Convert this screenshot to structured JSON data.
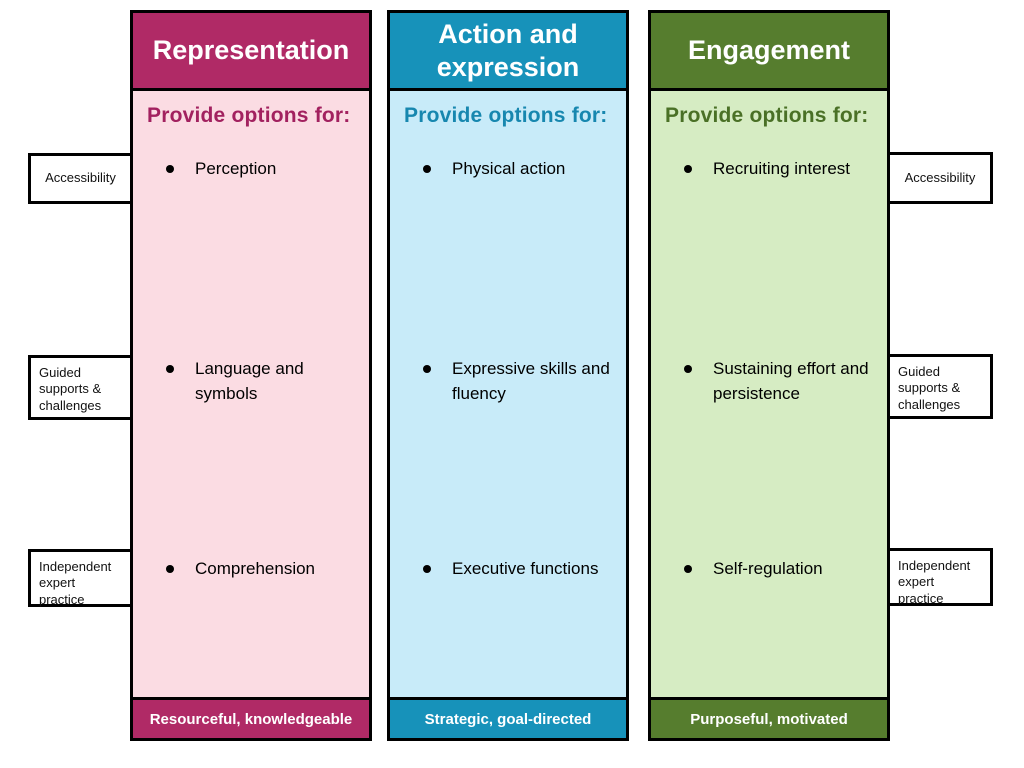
{
  "diagram": {
    "columns": [
      {
        "title": "Representation",
        "provide_label": "Provide options for:",
        "bullets": [
          "Perception",
          "Language and\nsymbols",
          "Comprehension"
        ],
        "footer": "Resourceful, knowledgeable",
        "colors": {
          "header_bg": "#B02A66",
          "body_bg": "#FBDCE3",
          "label_text": "#A2215F",
          "footer_bg": "#B02A66"
        }
      },
      {
        "title": "Action and\nexpression",
        "provide_label": "Provide options for:",
        "bullets": [
          "Physical action",
          "Expressive skills and\nfluency",
          "Executive functions"
        ],
        "footer": "Strategic, goal-directed",
        "colors": {
          "header_bg": "#1792BA",
          "body_bg": "#C8EBF9",
          "label_text": "#1787AF",
          "footer_bg": "#1792BA"
        }
      },
      {
        "title": "Engagement",
        "provide_label": "Provide options for:",
        "bullets": [
          "Recruiting interest",
          "Sustaining effort and\npersistence",
          "Self-regulation"
        ],
        "footer": "Purposeful, motivated",
        "colors": {
          "header_bg": "#567D2E",
          "body_bg": "#D6ECC3",
          "label_text": "#4A7026",
          "footer_bg": "#567D2E"
        }
      }
    ],
    "side_labels": [
      "Accessibility",
      "Guided\nsupports &\nchallenges",
      "Independent\nexpert\npractice"
    ],
    "border_color": "#000000"
  }
}
